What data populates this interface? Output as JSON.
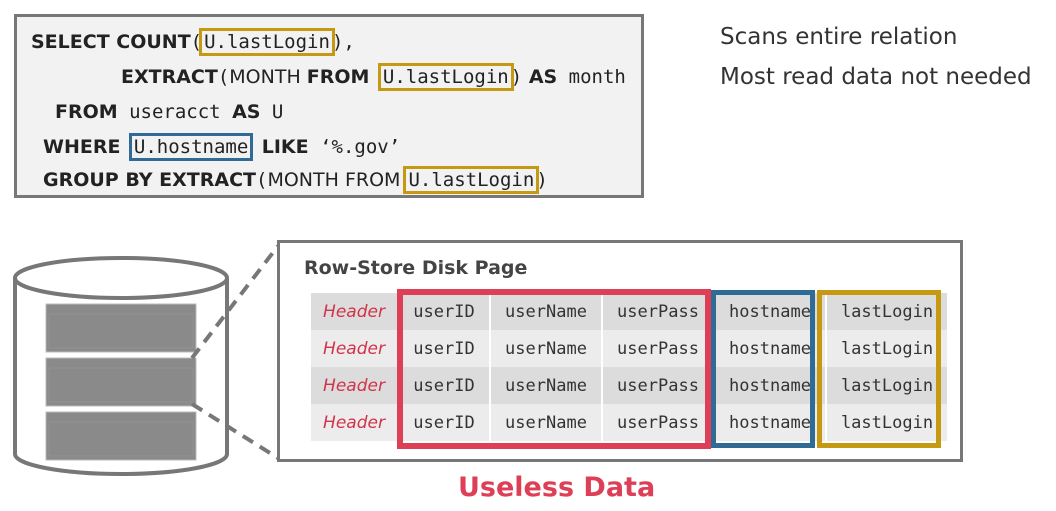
{
  "sql": {
    "l1_kw1": "SELECT COUNT",
    "l1_open": "(",
    "l1_hl": "U.lastLogin",
    "l1_close": "),",
    "l2_kw1": "EXTRACT",
    "l2_open": "(",
    "l2_plain1": "MONTH ",
    "l2_kw2": "FROM",
    "l2_hl": "U.lastLogin",
    "l2_close": ")",
    "l2_kw3": " AS",
    "l2_tail": " month",
    "l3_kw": "FROM",
    "l3_tail": " useracct ",
    "l3_kw2": "AS",
    "l3_tail2": " U",
    "l4_kw": "WHERE",
    "l4_hl": "U.hostname",
    "l4_kw2": "LIKE",
    "l4_tail": " ‘%.gov’",
    "l5_kw": "GROUP BY EXTRACT",
    "l5_open": "(",
    "l5_plain": "MONTH FROM ",
    "l5_hl": "U.lastLogin",
    "l5_close": ")"
  },
  "notes": [
    "Scans entire relation",
    "Most read data not needed"
  ],
  "page": {
    "title": "Row-Store Disk Page",
    "rows": [
      [
        "Header",
        "userID",
        "userName",
        "userPass",
        "hostname",
        "lastLogin"
      ],
      [
        "Header",
        "userID",
        "userName",
        "userPass",
        "hostname",
        "lastLogin"
      ],
      [
        "Header",
        "userID",
        "userName",
        "userPass",
        "hostname",
        "lastLogin"
      ],
      [
        "Header",
        "userID",
        "userName",
        "userPass",
        "hostname",
        "lastLogin"
      ]
    ]
  },
  "callout": "Useless Data",
  "colors": {
    "red": "#df3f56",
    "blue": "#2f6b94",
    "gold": "#c59a12",
    "gray": "#777777"
  },
  "icons": [
    "database-cylinder-icon"
  ]
}
